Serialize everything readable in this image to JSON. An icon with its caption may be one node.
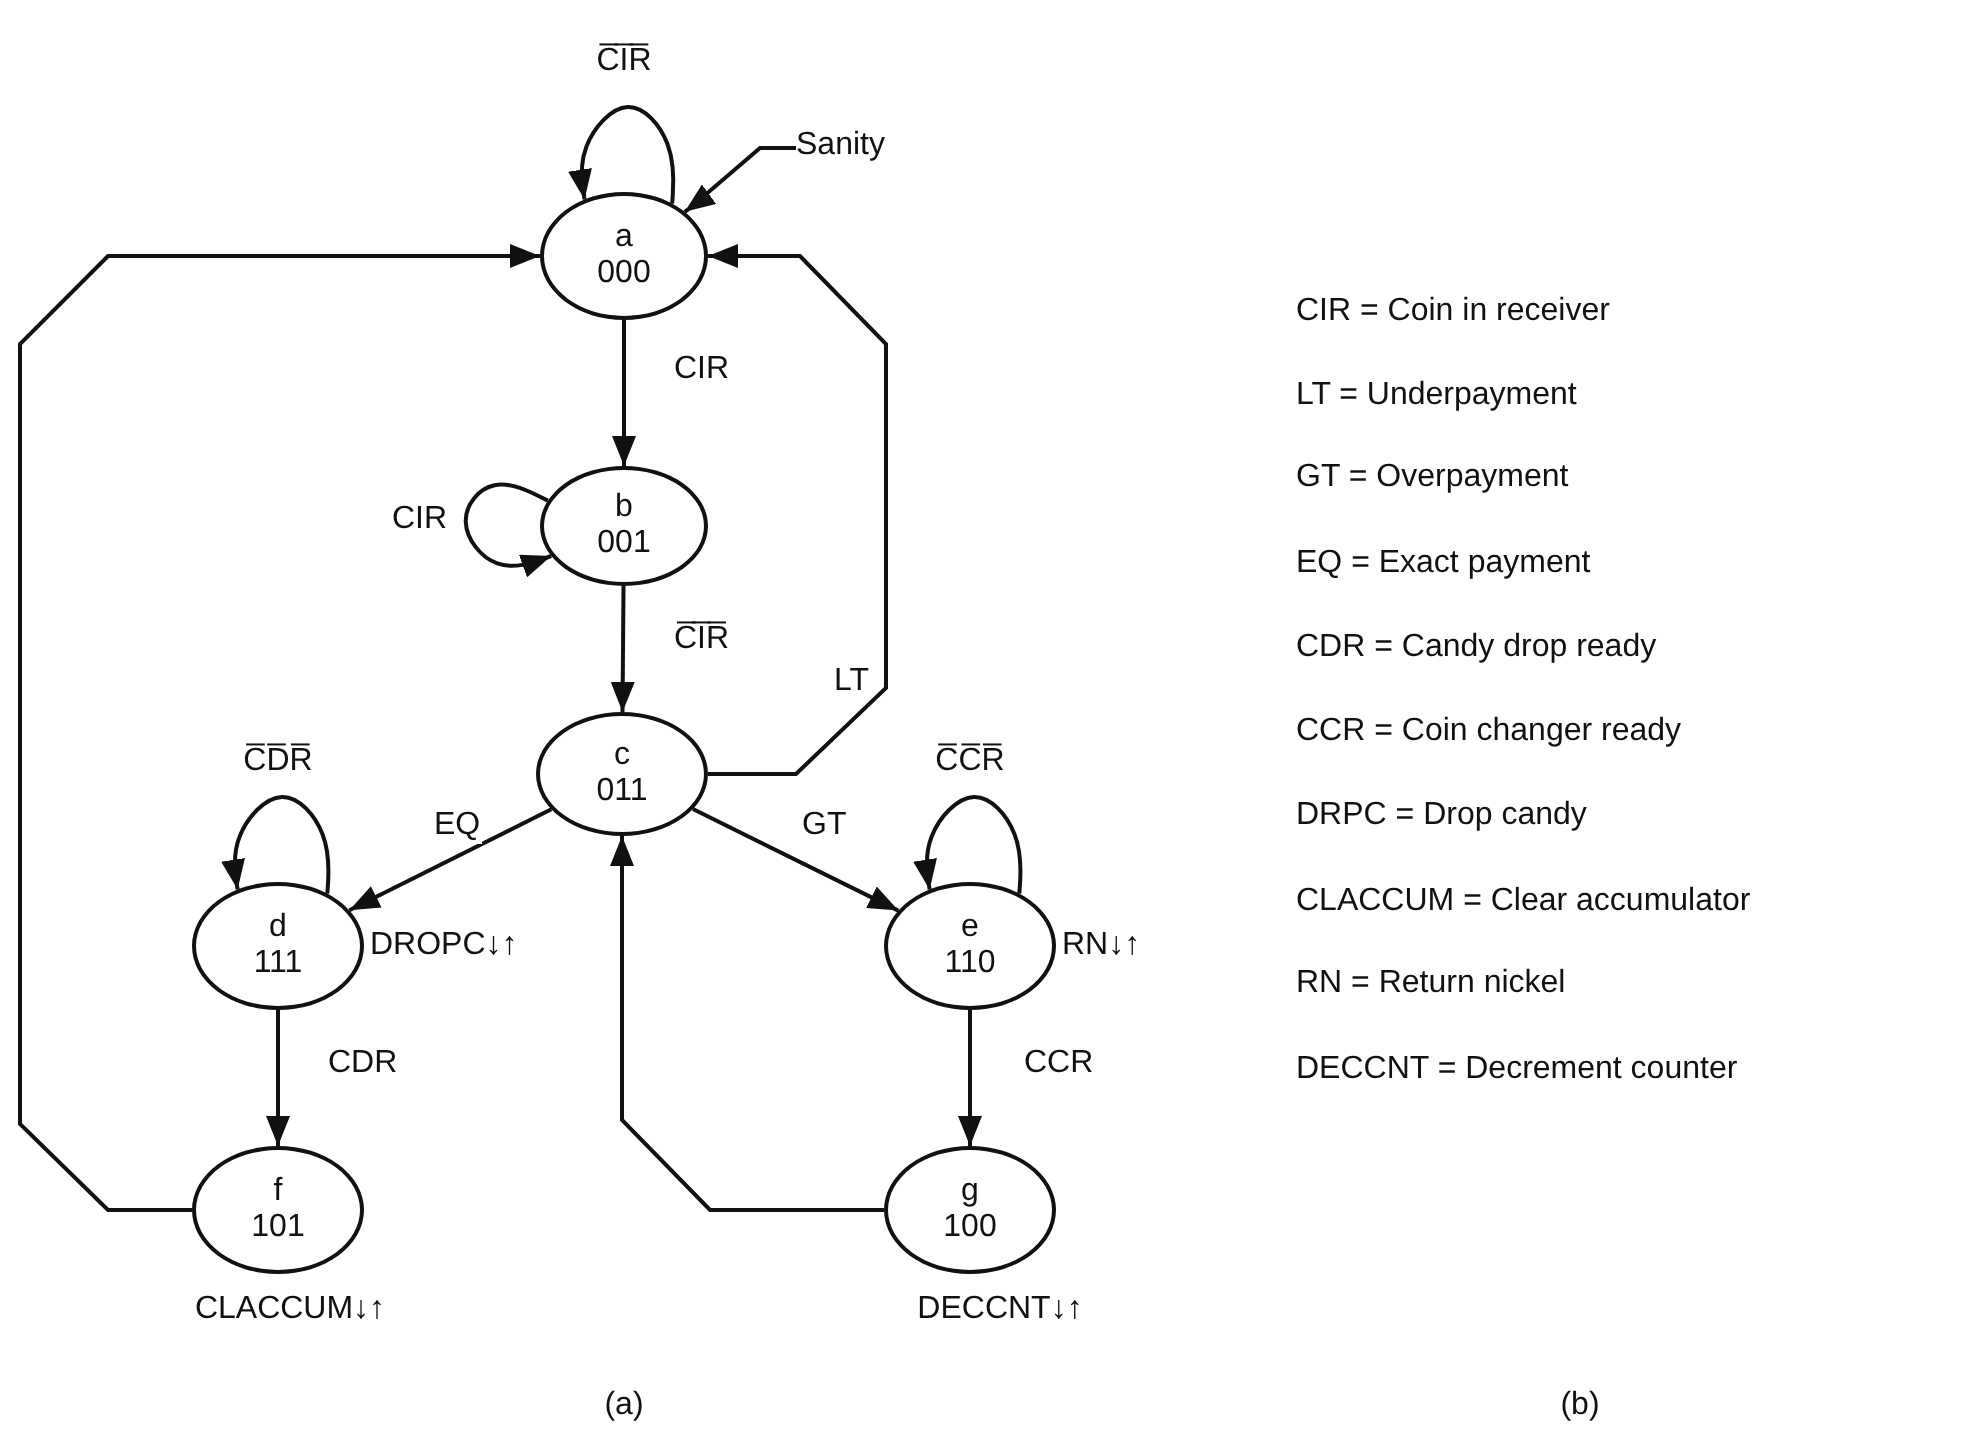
{
  "diagram": {
    "nodes": [
      {
        "text": [
          "a",
          "000"
        ]
      },
      {
        "text": [
          "b",
          "001"
        ]
      },
      {
        "text": [
          "c",
          "011"
        ]
      },
      {
        "text": [
          "d",
          "111"
        ],
        "beside": [
          "DROPC↓↑"
        ]
      },
      {
        "text": [
          "e",
          "110"
        ],
        "beside": [
          "RN↓↑"
        ]
      },
      {
        "text": [
          "f",
          "101"
        ],
        "beside": [
          "CLACCUM↓↑"
        ]
      },
      {
        "text": [
          "g",
          "100"
        ],
        "beside": [
          "DECCNT↓↑"
        ]
      },
      {
        "text": [
          "Sanity"
        ]
      }
    ],
    "edges": [
      {
        "from": 0,
        "to": 0,
        "arrow": "to",
        "label": "C̅I̅R̅"
      },
      {
        "from": 7,
        "to": 0,
        "arrow": "to"
      },
      {
        "from": 0,
        "to": 1,
        "arrow": "to",
        "label": "CIR"
      },
      {
        "from": 1,
        "to": 1,
        "arrow": "to",
        "label": "CIR"
      },
      {
        "from": 1,
        "to": 2,
        "arrow": "to",
        "label": "C̅I̅R̅"
      },
      {
        "from": 2,
        "to": 0,
        "arrow": "to",
        "label": "LT"
      },
      {
        "from": 5,
        "to": 0,
        "arrow": "to"
      },
      {
        "from": 2,
        "to": 3,
        "arrow": "to",
        "label": "EQ"
      },
      {
        "from": 2,
        "to": 4,
        "arrow": "to",
        "label": "GT"
      },
      {
        "from": 3,
        "to": 3,
        "arrow": "to",
        "label": "C̅D̅R̅"
      },
      {
        "from": 4,
        "to": 4,
        "arrow": "to",
        "label": "C̅C̅R̅"
      },
      {
        "from": 3,
        "to": 5,
        "arrow": "to",
        "label": "CDR"
      },
      {
        "from": 4,
        "to": 6,
        "arrow": "to",
        "label": "CCR"
      },
      {
        "from": 6,
        "to": 2,
        "arrow": "to"
      }
    ],
    "labels": [
      "CIR =  Coin in receiver",
      "LT = Underpayment",
      "GT = Overpayment",
      "EQ = Exact payment",
      "CDR = Candy drop ready",
      "CCR = Coin changer ready",
      "DRPC = Drop candy",
      "CLACCUM = Clear accumulator",
      "RN = Return nickel",
      "DECCNT = Decrement counter",
      "(a)",
      "(b)"
    ]
  }
}
